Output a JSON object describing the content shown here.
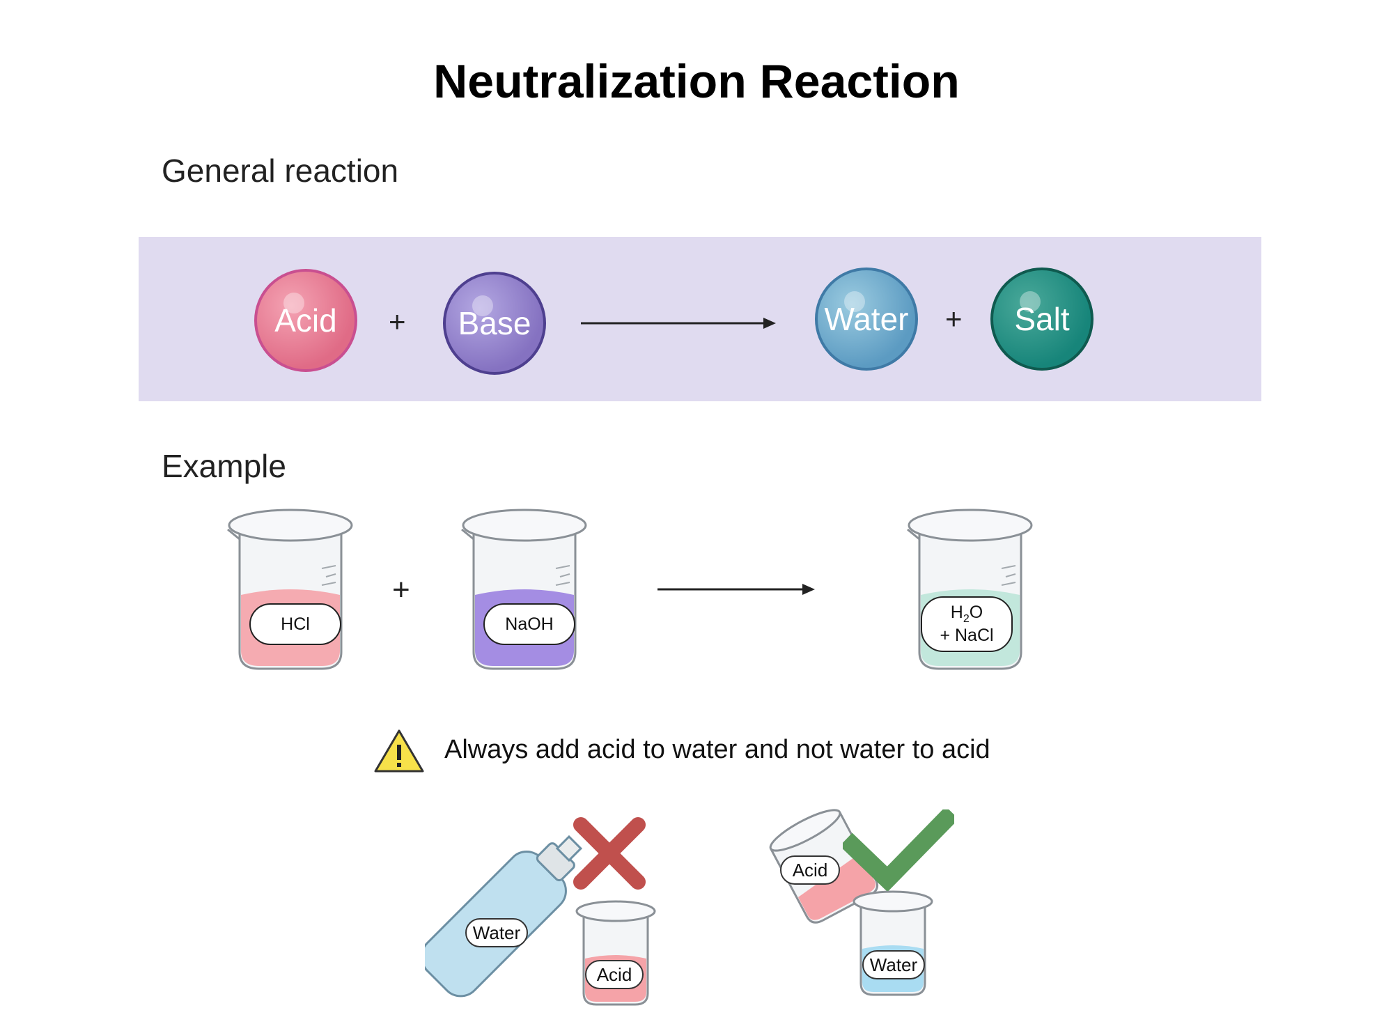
{
  "title": "Neutralization Reaction",
  "general": {
    "label": "General reaction",
    "acid": "Acid",
    "base": "Base",
    "water": "Water",
    "salt": "Salt",
    "plus": "+"
  },
  "example": {
    "label": "Example",
    "hcl": "HCl",
    "naoh": "NaOH",
    "h2o_h": "H",
    "h2o_sub": "2",
    "h2o_o": "O",
    "nacl": "+ NaCl",
    "plus": "+"
  },
  "warning": {
    "icon": "warning-triangle-icon",
    "text": "Always add acid to water and not water to acid"
  },
  "wrong_way": {
    "bottle_label": "Water",
    "beaker_label": "Acid",
    "mark_icon": "red-x-icon"
  },
  "right_way": {
    "pour_label": "Acid",
    "beaker_label": "Water",
    "mark_icon": "green-check-icon"
  },
  "colors": {
    "band": "#e0dbf0",
    "acid": "#e8768f",
    "base": "#8a78c6",
    "water": "#6aa8c8",
    "salt": "#1d8a7e",
    "hcl_liquid": "#f5a3a8",
    "naoh_liquid": "#9b82e0",
    "product_liquid": "#bfe6da",
    "cross": "#c0504d",
    "check": "#5a9a5a",
    "warning": "#f7e14a"
  }
}
